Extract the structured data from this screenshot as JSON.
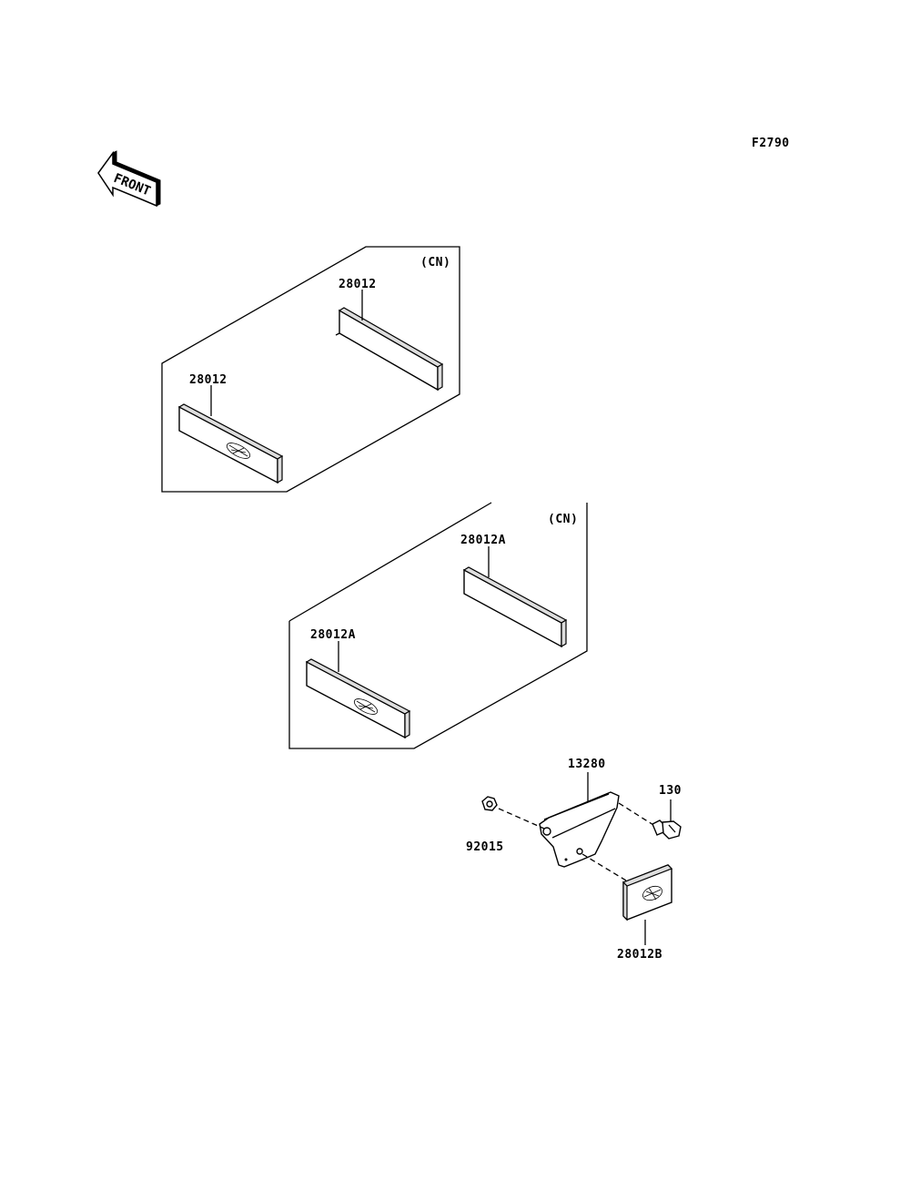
{
  "figure_code": "F2790",
  "front_label": "FRONT",
  "groups": [
    {
      "variant": "(CN)",
      "labels": [
        "28012",
        "28012"
      ]
    },
    {
      "variant": "(CN)",
      "labels": [
        "28012A",
        "28012A"
      ]
    }
  ],
  "bracket_assembly": {
    "bracket": "13280",
    "bolt": "130",
    "nut": "92015",
    "reflector": "28012B"
  }
}
